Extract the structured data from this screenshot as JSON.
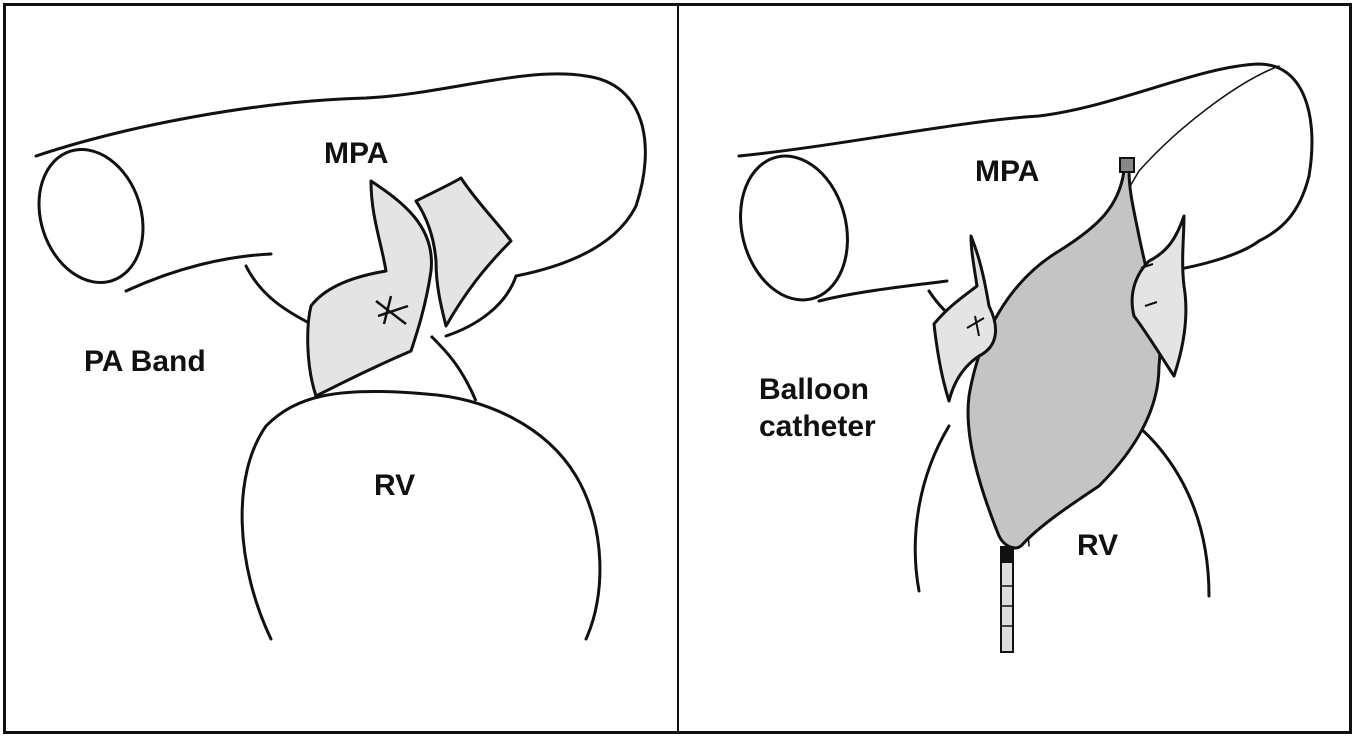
{
  "panels": [
    {
      "labels": {
        "mpa": "MPA",
        "band": "PA Band",
        "rv": "RV"
      }
    },
    {
      "labels": {
        "mpa": "MPA",
        "balloon_line1": "Balloon",
        "balloon_line2": "catheter",
        "rv": "RV"
      },
      "balloon_color": "#c4c4c4"
    }
  ],
  "colors": {
    "ink": "#111111",
    "flap_fill": "#e4e4e4",
    "background": "#ffffff"
  }
}
